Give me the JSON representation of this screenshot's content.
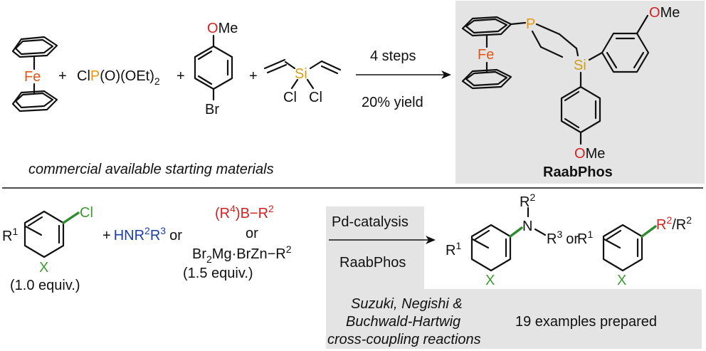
{
  "colors": {
    "oxygen": "#d42020",
    "phosphorus": "#e8960c",
    "iron": "#e0561a",
    "silicon": "#cf9f16",
    "chlorine": "#3d9a32",
    "amine": "#1a3ea8",
    "boron_reagent": "#d42020",
    "green_bond": "#2e8b2e",
    "shade": "#e4e4e4"
  },
  "top": {
    "ferrocene_fe": "Fe",
    "plus": "+",
    "phosphite_cl": "Cl",
    "phosphite_p": "P",
    "phosphite_rest": "(O)(OEt)",
    "phosphite_sub": "2",
    "anisole_ome": "OMe",
    "anisole_br": "Br",
    "silane_si": "Si",
    "silane_cl1": "Cl",
    "silane_cl2": "Cl",
    "arrow_above": "4 steps",
    "arrow_below": "20% yield",
    "caption": "commercial available starting materials",
    "product_fe": "Fe",
    "product_p": "P",
    "product_si": "Si",
    "product_ome_top": "OMe",
    "product_ome_bottom": "OMe",
    "product_name": "RaabPhos"
  },
  "bottom": {
    "r1": "R",
    "r1_sup": "1",
    "cl": "Cl",
    "x": "X",
    "equiv1": "(1.0 equiv.)",
    "plus": "+",
    "amine": "HNR",
    "amine_sup2": "2",
    "amine_r": "R",
    "amine_sup3": "3",
    "or1": "or",
    "boron_open": "(R",
    "boron_sup4": "4",
    "boron_mid": ")B−R",
    "boron_sup2": "2",
    "or2": "or",
    "zinc_br": "Br",
    "zinc_sub2": "2",
    "zinc_rest": "Mg·BrZn−R",
    "zinc_sup2": "2",
    "equiv2": "(1.5 equiv.)",
    "arrow_above": "Pd-catalysis",
    "arrow_below": "RaabPhos",
    "n": "N",
    "r2": "R",
    "r2_sup": "2",
    "r3": "R",
    "r3_sup": "3",
    "or3": "or",
    "r1b": "R",
    "r1b_sup": "1",
    "r1c": "R",
    "r1c_sup": "1",
    "r2r2_a": "R",
    "r2r2_sup_a": "2",
    "r2r2_slash": "/R",
    "r2r2_sup_b": "2",
    "x2": "X",
    "x3": "X",
    "reaction_line1": "Suzuki, Negishi &",
    "reaction_line2": "Buchwald-Hartwig",
    "reaction_line3": "cross-coupling reactions",
    "examples": "19 examples prepared"
  }
}
